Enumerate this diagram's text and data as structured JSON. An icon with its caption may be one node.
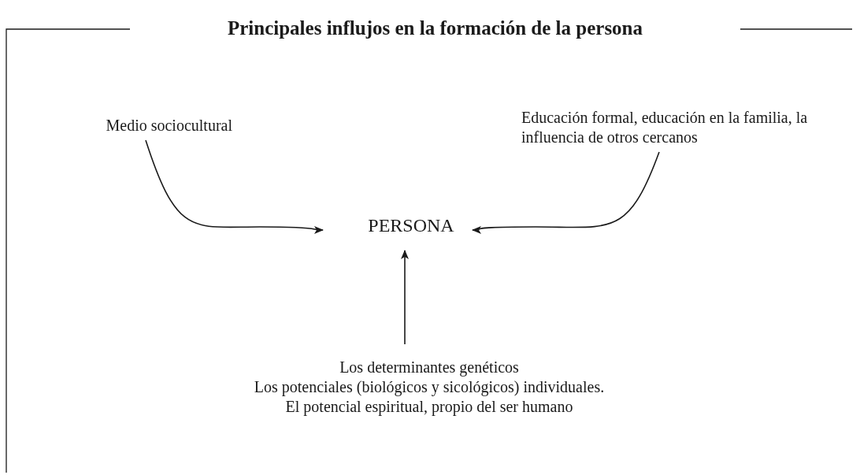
{
  "diagram": {
    "title": "Principales influjos en la formación de la persona",
    "nodes": [
      {
        "text": [
          "Medio sociocultural"
        ]
      },
      {
        "text": [
          "Educación formal, educación en la familia, la influencia de otros cercanos"
        ]
      },
      {
        "text": [
          "PERSONA"
        ]
      },
      {
        "text": [
          "Los determinantes genéticos",
          "Los potenciales (biológicos y sicológicos) individuales.",
          "El potencial espiritual, propio del ser humano"
        ]
      }
    ],
    "edges": [
      {
        "from": 0,
        "to": 2,
        "arrow": "to"
      },
      {
        "from": 1,
        "to": 2,
        "arrow": "to"
      },
      {
        "from": 3,
        "to": 2,
        "arrow": "to"
      }
    ]
  }
}
